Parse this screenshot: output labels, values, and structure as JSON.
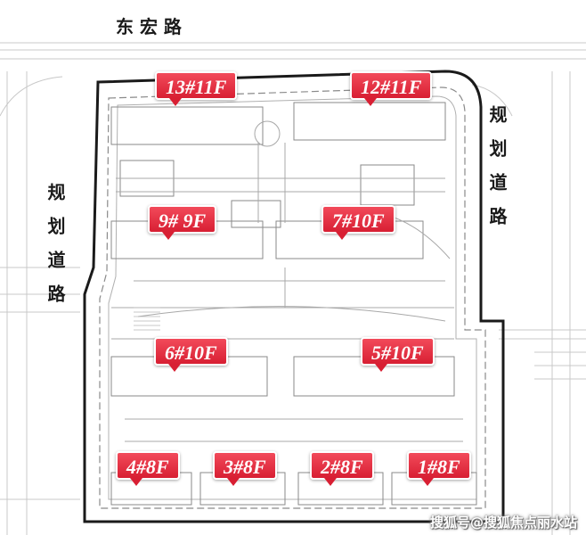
{
  "roads": {
    "north": "东 宏 路",
    "east": "规划道路",
    "west": "规划道路"
  },
  "buildings": [
    {
      "id": "b13",
      "label": "13#11F"
    },
    {
      "id": "b12",
      "label": "12#11F"
    },
    {
      "id": "b9",
      "label": "9# 9F"
    },
    {
      "id": "b7",
      "label": "7#10F"
    },
    {
      "id": "b6",
      "label": "6#10F"
    },
    {
      "id": "b5",
      "label": "5#10F"
    },
    {
      "id": "b4",
      "label": "4#8F"
    },
    {
      "id": "b3",
      "label": "3#8F"
    },
    {
      "id": "b2",
      "label": "2#8F"
    },
    {
      "id": "b1",
      "label": "1#8F"
    }
  ],
  "watermark": "搜狐号@搜狐焦点丽水站",
  "colors": {
    "tag_red": "#d81f33",
    "boundary": "#1a1a1a",
    "plan_line": "#9a9a9a"
  }
}
